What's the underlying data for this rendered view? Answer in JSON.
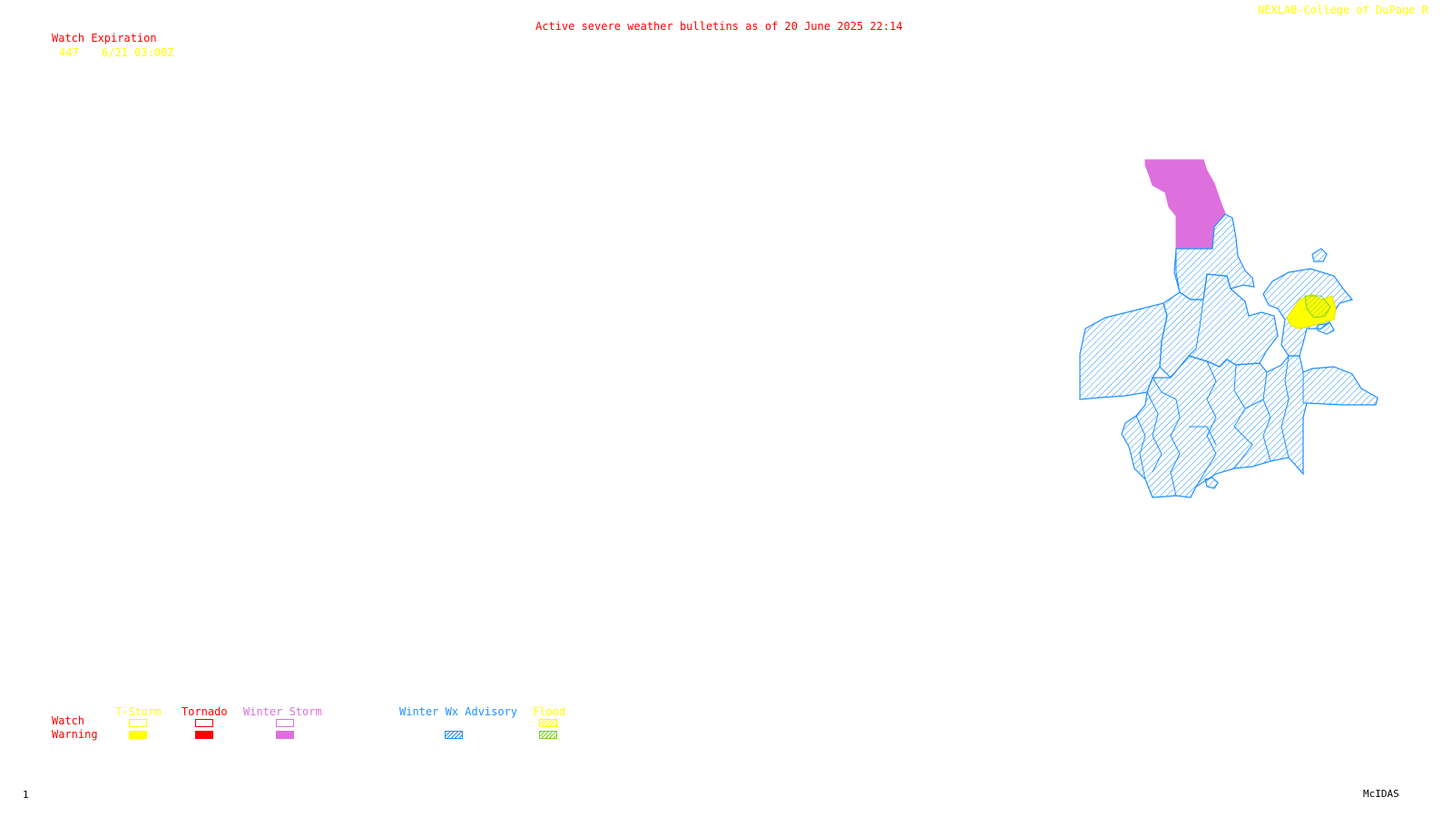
{
  "header": {
    "title": "Active severe weather bulletins as of 20 June 2025 22:14",
    "credit": "NEXLAB-College of DuPage R"
  },
  "watch_list": {
    "header": "Watch Expiration",
    "items": [
      {
        "id": "447",
        "expiration": "6/21 03:00Z"
      }
    ]
  },
  "legend": {
    "row_labels": {
      "watch": "Watch",
      "warning": "Warning"
    },
    "categories": [
      {
        "label": "T-Storm",
        "color": "#ffff00",
        "watch_style": "outline",
        "warning_style": "solid"
      },
      {
        "label": "Tornado",
        "color": "#ff0000",
        "watch_style": "outline",
        "warning_style": "solid"
      },
      {
        "label": "Winter Storm",
        "color": "#dd70dd",
        "watch_style": "outline",
        "warning_style": "solid"
      },
      {
        "label": "Winter Wx Advisory",
        "color": "#1e90ff",
        "watch_style": "none",
        "warning_style": "hatched"
      },
      {
        "label": "Flood",
        "color": "#ffff00",
        "secondary_color": "#7ccd32",
        "watch_style": "hatched",
        "warning_style": "hatched"
      }
    ]
  },
  "footer": {
    "frame_number": "1",
    "software": "McIDAS"
  },
  "map": {
    "regions": [
      {
        "name": "winter-storm-warning-region",
        "category": "Winter Storm",
        "color": "#dd70dd",
        "fill": "solid"
      },
      {
        "name": "winter-wx-advisory-region",
        "category": "Winter Wx Advisory",
        "color": "#1e90ff",
        "fill": "hatched"
      },
      {
        "name": "tstorm-warning-region",
        "category": "T-Storm",
        "color": "#ffff00",
        "fill": "solid"
      }
    ]
  },
  "colors": {
    "title": "#ff0000",
    "credit": "#ffff00",
    "background": "#ffffff",
    "footer_text": "#000000"
  }
}
